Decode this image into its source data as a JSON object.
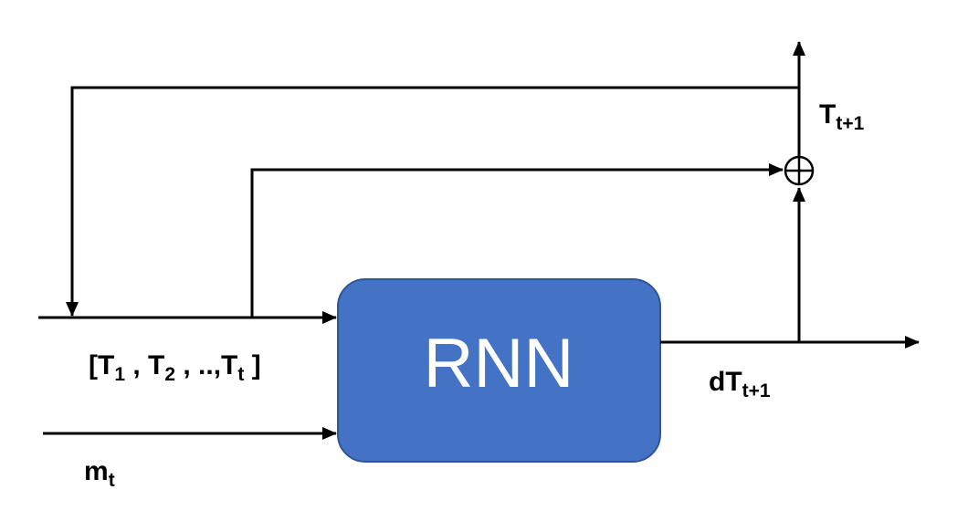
{
  "rnn_block": {
    "label": "RNN",
    "fill": "#4472C4",
    "border": "#2F5597",
    "text_color": "#ffffff"
  },
  "labels": {
    "sequence": {
      "open": "[T",
      "s1": "1",
      "sep1": " , T",
      "s2": "2",
      "sep2": " , ..,T",
      "st": "t",
      "close": " ]"
    },
    "m_t": {
      "base": "m",
      "sub": "t"
    },
    "dT_next": {
      "base": "dT",
      "sub": "t+1"
    },
    "T_next": {
      "base": "T",
      "sub": "t+1"
    }
  },
  "colors": {
    "lines": "#000000",
    "background": "#ffffff"
  }
}
